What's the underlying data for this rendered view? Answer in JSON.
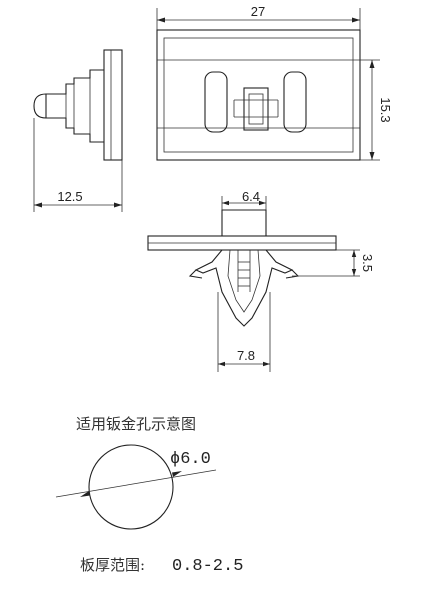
{
  "dimensions": {
    "width_top": "27",
    "height_right": "15.3",
    "side_depth": "12.5",
    "neck_width": "6.4",
    "head_thickness": "3.5",
    "leg_width": "7.8",
    "hole_diameter": "ϕ6.0"
  },
  "notes": {
    "hole_caption": "适用钣金孔示意图",
    "thickness_label": "板厚范围:",
    "thickness_value": "0.8-2.5"
  }
}
